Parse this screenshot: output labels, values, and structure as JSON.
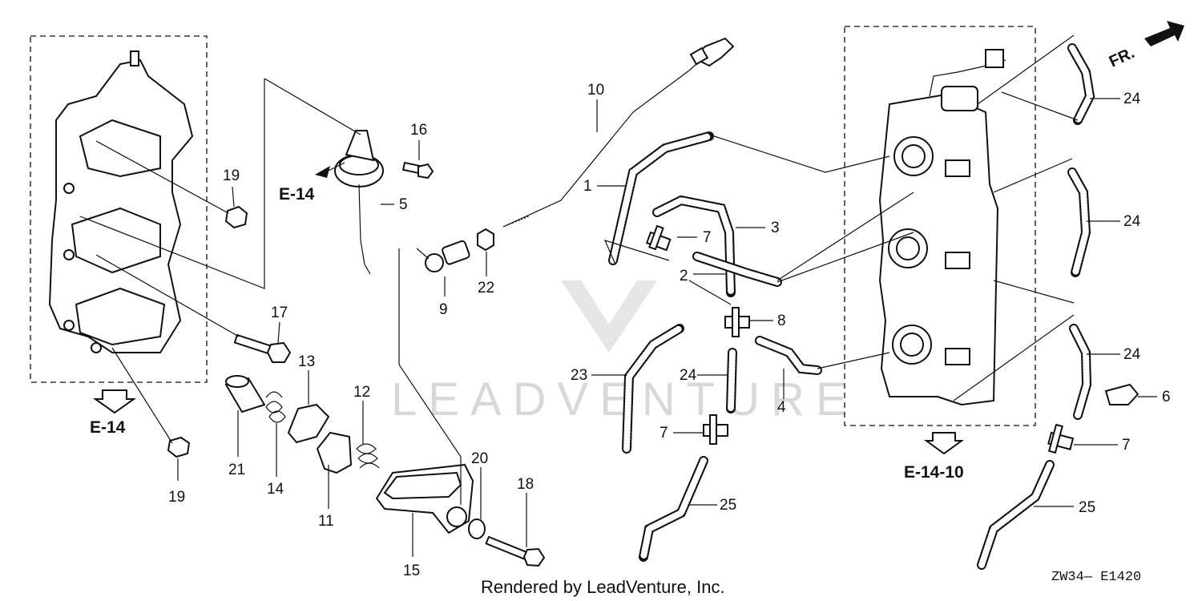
{
  "watermark": "LEADVENTURE",
  "footer": {
    "rendered_by": "Rendered by LeadVenture, Inc.",
    "code": "ZW34— E1420"
  },
  "direction_label": "FR.",
  "references": {
    "e14_top": "E-14",
    "e14_bottom": "E-14",
    "e1410": "E-14-10"
  },
  "callouts": {
    "c1": "1",
    "c2": "2",
    "c3": "3",
    "c4": "4",
    "c5": "5",
    "c6": "6",
    "c7a": "7",
    "c7b": "7",
    "c7c": "7",
    "c8": "8",
    "c9": "9",
    "c10": "10",
    "c11": "11",
    "c12": "12",
    "c13": "13",
    "c14": "14",
    "c15": "15",
    "c16": "16",
    "c17": "17",
    "c18": "18",
    "c19a": "19",
    "c19b": "19",
    "c20": "20",
    "c21": "21",
    "c22": "22",
    "c23": "23",
    "c24a": "24",
    "c24b": "24",
    "c24c": "24",
    "c24d": "24",
    "c25a": "25",
    "c25b": "25"
  }
}
